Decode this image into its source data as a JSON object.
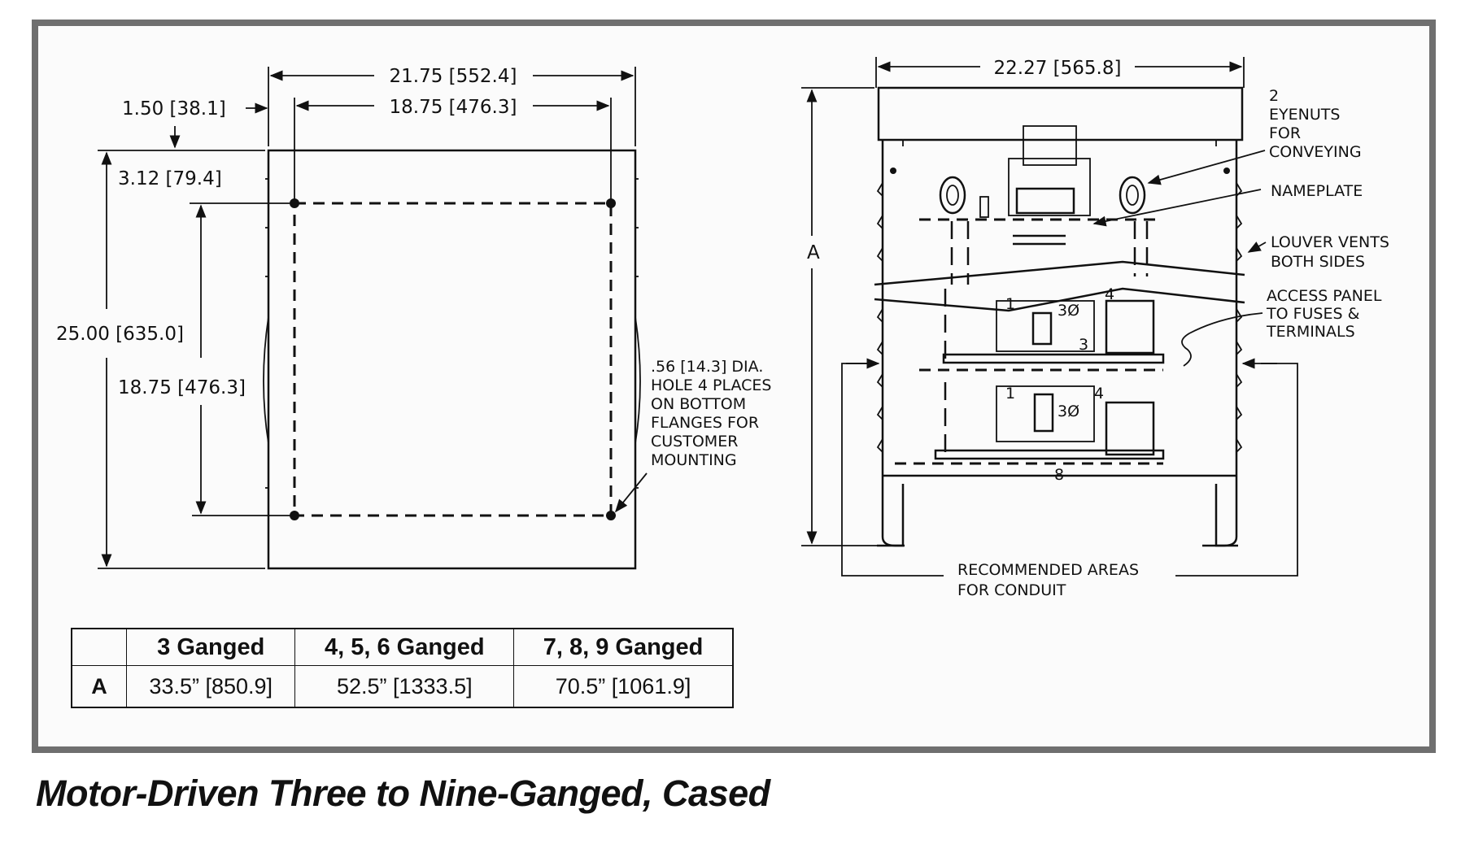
{
  "front_view": {
    "overall_width": "21.75 [552.4]",
    "hole_spacing_width": "18.75 [476.3]",
    "side_offset": "1.50 [38.1]",
    "top_offset": "3.12 [79.4]",
    "overall_height": "25.00 [635.0]",
    "hole_spacing_height": "18.75 [476.3]",
    "hole_note": [
      ".56 [14.3] DIA.",
      "HOLE 4 PLACES",
      "ON BOTTOM",
      "FLANGES FOR",
      "CUSTOMER",
      "MOUNTING"
    ]
  },
  "side_view": {
    "overall_width": "22.27 [565.8]",
    "height_label": "A",
    "callouts": {
      "eyenuts": [
        "2",
        "EYENUTS",
        "FOR",
        "CONVEYING"
      ],
      "nameplate": [
        "NAMEPLATE"
      ],
      "louver": [
        "LOUVER  VENTS",
        "BOTH  SIDES"
      ],
      "access_panel": [
        "ACCESS PANEL",
        "TO FUSES &",
        "TERMINALS"
      ],
      "conduit": [
        "RECOMMENDED  AREAS",
        "FOR  CONDUIT"
      ]
    },
    "small_labels": {
      "three_phase": "3Ø",
      "one_a": "1",
      "one_b": "1",
      "four_a": "4",
      "four_b": "4",
      "three": "3",
      "eight": "8"
    }
  },
  "table": {
    "headers": [
      "",
      "3 Ganged",
      "4, 5, 6 Ganged",
      "7, 8, 9 Ganged"
    ],
    "rows": [
      {
        "label": "A",
        "values": [
          "33.5” [850.9]",
          "52.5” [1333.5]",
          "70.5” [1061.9]"
        ]
      }
    ]
  },
  "caption": "Motor-Driven Three to Nine-Ganged, Cased",
  "colors": {
    "frame": "#6f6f6f",
    "ink": "#111111",
    "background": "#fbfbfb"
  }
}
